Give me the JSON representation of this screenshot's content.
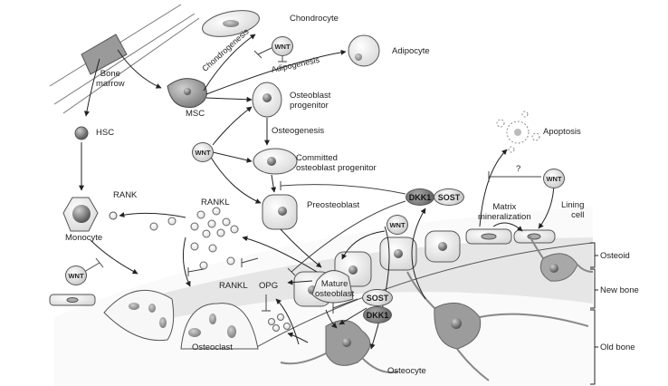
{
  "labels": {
    "bone_marrow": "Bone\nmarrow",
    "msc": "MSC",
    "hsc": "HSC",
    "chondrocyte": "Chondrocyte",
    "adipocyte": "Adipocyte",
    "chondrogenesis": "Chondrogenesis",
    "adipogenesis": "Adipogenesis",
    "osteoblast_progenitor": "Osteoblast\nprogenitor",
    "osteogenesis": "Osteogenesis",
    "committed_progenitor": "Committed\nosteoblast progenitor",
    "preosteoblast": "Preosteoblast",
    "mature_osteoblast": "Mature\nosteoblast",
    "monocyte": "Monocyte",
    "rank": "RANK",
    "rankl_top": "RANKL",
    "rankl_bottom": "RANKL",
    "opg": "OPG",
    "osteoclast": "Osteoclast",
    "osteocyte": "Osteocyte",
    "apoptosis": "Apoptosis",
    "question": "?",
    "matrix_mineralization": "Matrix\nmineralization",
    "lining_cell": "Lining\ncell",
    "osteoid": "Osteoid",
    "new_bone": "New bone",
    "old_bone": "Old bone"
  },
  "molecules": {
    "wnt": "WNT",
    "dkk1": "DKK1",
    "sost": "SOST"
  },
  "colors": {
    "line": "#222222",
    "cell_fill": "#f2f2f2",
    "cell_stroke": "#555555",
    "nucleus": "#888888",
    "dark_cell": "#8c8c8c",
    "new_bone_band": "#e6e6e6"
  }
}
